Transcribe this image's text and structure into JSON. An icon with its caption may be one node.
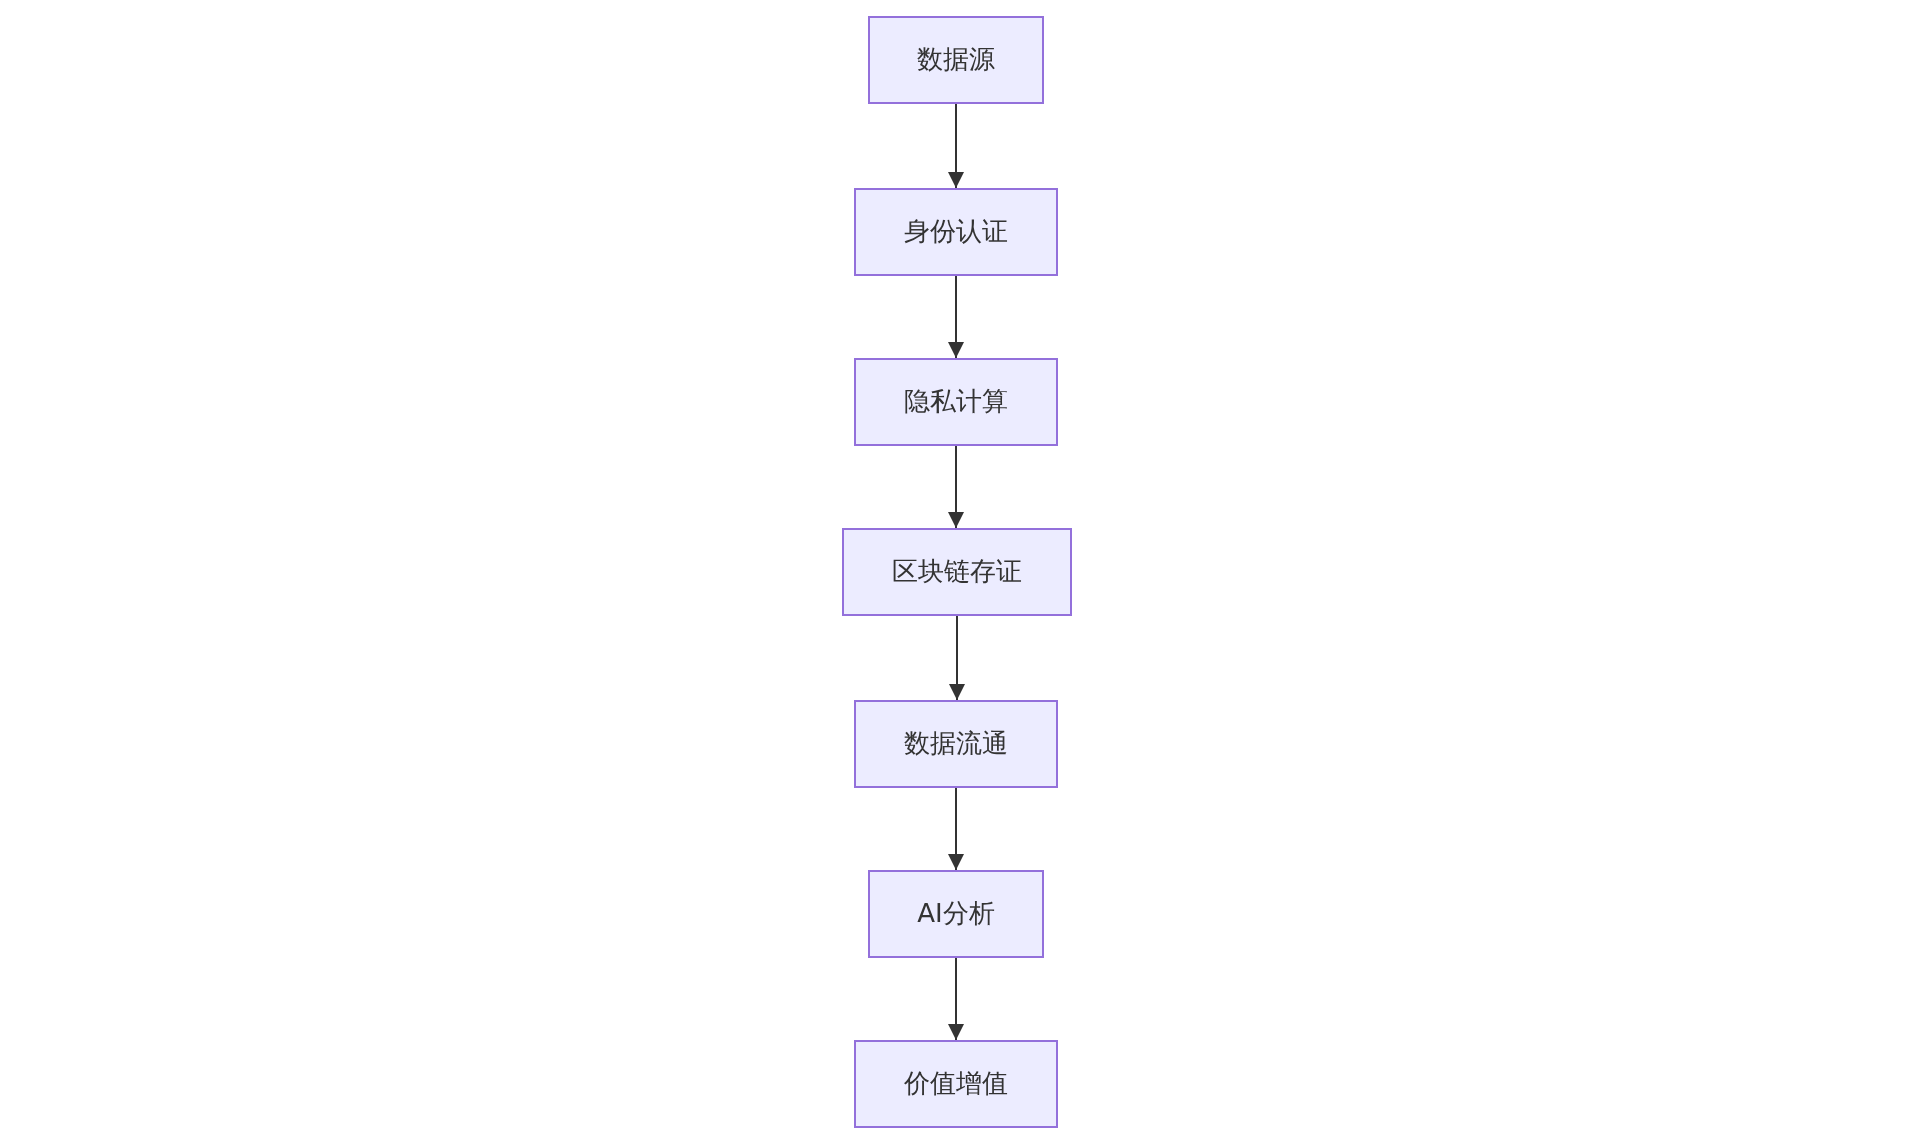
{
  "diagram": {
    "nodes": [
      {
        "text": [
          "数据源"
        ]
      },
      {
        "text": [
          "身份认证"
        ]
      },
      {
        "text": [
          "隐私计算"
        ]
      },
      {
        "text": [
          "区块链存证"
        ]
      },
      {
        "text": [
          "数据流通"
        ]
      },
      {
        "text": [
          "AI分析"
        ]
      },
      {
        "text": [
          "价值增值"
        ]
      }
    ],
    "edges": [
      {
        "from": 0,
        "to": 1,
        "arrow": "to"
      },
      {
        "from": 1,
        "to": 2,
        "arrow": "to"
      },
      {
        "from": 2,
        "to": 3,
        "arrow": "to"
      },
      {
        "from": 3,
        "to": 4,
        "arrow": "to"
      },
      {
        "from": 4,
        "to": 5,
        "arrow": "to"
      },
      {
        "from": 5,
        "to": 6,
        "arrow": "to"
      }
    ]
  }
}
